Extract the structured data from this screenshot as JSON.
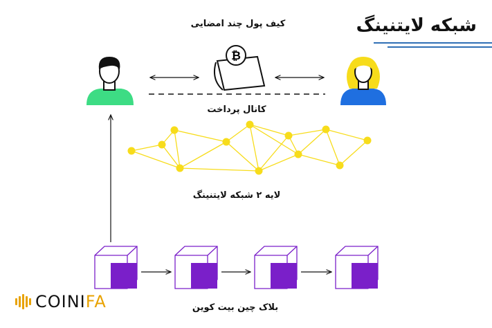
{
  "title": "شبکه لایتنینگ",
  "labels": {
    "multisig_wallet": "کیف پول چند امضایی",
    "payment_channel": "کانال پرداخت",
    "layer2": "لایه ۲ شبکه لایتنینگ",
    "blockchain": "بلاک چین بیت کوین"
  },
  "logo": {
    "text_main": "COINI",
    "text_accent": "FA"
  },
  "colors": {
    "accent_blue": "#2f6fb5",
    "node_yellow": "#f7dc1b",
    "block_purple": "#7a1fc9",
    "left_person": "#3ddc84",
    "right_person": "#1f6fe0",
    "logo_gold": "#e8a200"
  },
  "icons": [
    "bitcoin-wallet-icon",
    "left-person-icon",
    "right-person-icon",
    "coinifa-logo-icon"
  ]
}
